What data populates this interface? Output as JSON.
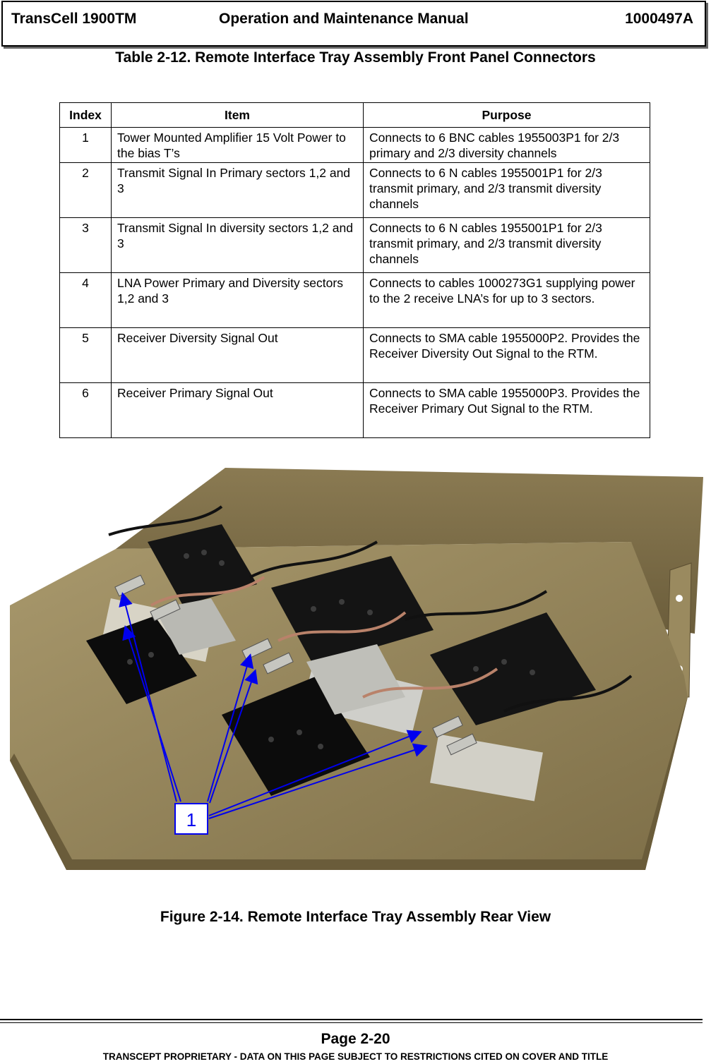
{
  "header": {
    "product": "TransCell 1900TM",
    "manual": "Operation and Maintenance Manual",
    "doc_number": "1000497A"
  },
  "table": {
    "title": "Table 2-12. Remote Interface Tray Assembly Front Panel Connectors",
    "columns": [
      "Index",
      "Item",
      "Purpose"
    ],
    "rows": [
      {
        "index": "1",
        "item": "Tower Mounted Amplifier 15 Volt Power to the bias T’s",
        "purpose": "Connects to 6 BNC cables 1955003P1 for 2/3 primary and 2/3 diversity channels"
      },
      {
        "index": "2",
        "item": "Transmit Signal In Primary sectors 1,2 and 3",
        "purpose": "Connects to 6 N cables 1955001P1 for 2/3 transmit primary, and 2/3 transmit diversity channels"
      },
      {
        "index": "3",
        "item": "Transmit Signal In diversity sectors 1,2 and 3",
        "purpose": "Connects to 6 N cables 1955001P1 for 2/3 transmit primary, and 2/3 transmit diversity channels"
      },
      {
        "index": "4",
        "item": "LNA Power Primary and Diversity sectors 1,2 and 3",
        "purpose": "Connects to cables 1000273G1 supplying power to the 2 receive LNA’s for up to 3 sectors."
      },
      {
        "index": "5",
        "item": "Receiver Diversity Signal Out",
        "purpose": "Connects to SMA cable 1955000P2. Provides the Receiver Diversity Out Signal to the RTM."
      },
      {
        "index": "6",
        "item": "Receiver Primary Signal Out",
        "purpose": "Connects to SMA cable 1955000P3. Provides the Receiver Primary Out Signal to the RTM."
      }
    ]
  },
  "figure": {
    "callout_label": "1",
    "caption": "Figure 2-14. Remote Interface Tray Assembly Rear View"
  },
  "footer": {
    "page": "Page 2-20",
    "notice": "TRANSCEPT PROPRIETARY - DATA ON THIS PAGE SUBJECT TO RESTRICTIONS CITED ON COVER AND TITLE"
  }
}
